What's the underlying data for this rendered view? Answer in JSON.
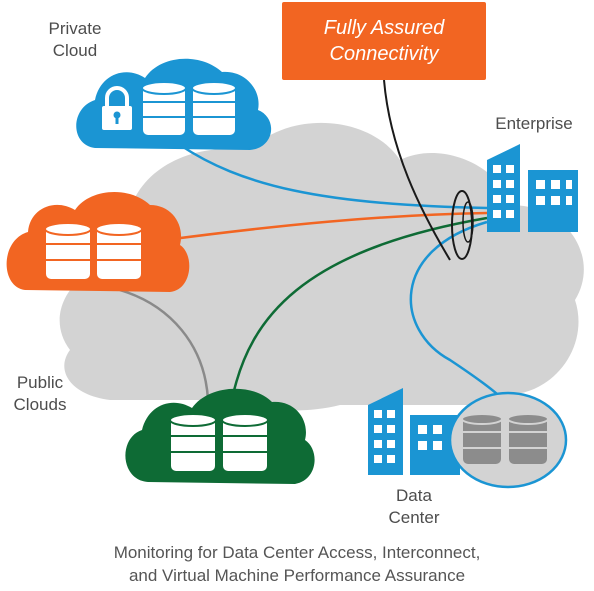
{
  "callout": {
    "line1": "Fully Assured",
    "line2": "Connectivity"
  },
  "labels": {
    "private_cloud": [
      "Private",
      "Cloud"
    ],
    "enterprise": "Enterprise",
    "public_clouds": [
      "Public",
      "Clouds"
    ],
    "data_center": [
      "Data",
      "Center"
    ]
  },
  "caption": {
    "line1": "Monitoring for Data Center Access, Interconnect,",
    "line2": "and Virtual Machine Performance Assurance"
  },
  "colors": {
    "blue": "#1b95d3",
    "orange": "#f26522",
    "green": "#0e6b35",
    "gray_cloud": "#d3d3d3",
    "dark_gray_db": "#8c8c8c",
    "connector_gray": "#8a8a8a"
  },
  "icons": [
    "lock-icon",
    "database-icon",
    "building-icon"
  ]
}
